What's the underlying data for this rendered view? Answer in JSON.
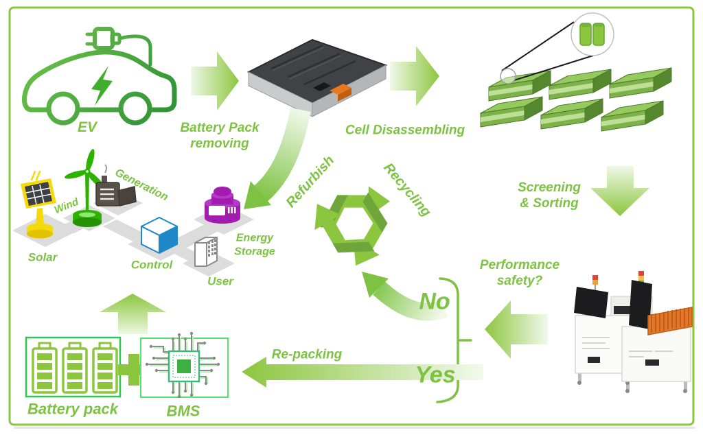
{
  "title": "EV battery second-life and recycling process diagram",
  "colors": {
    "green_text": "#7DC242",
    "frame_green": "#8CC63F",
    "arrow_green": "#8CC63F",
    "arrow_light": "#EFF8E7",
    "recycle_dark": "#6FA53A",
    "cell_green": "#8CC63F",
    "battery_box_green": "#2DC84D",
    "bms_box_green": "#57E06B",
    "storage_purple": "#A21CAF",
    "control_blue": "#1E88C7",
    "solar_yellow": "#F5D90A",
    "wind_green": "#2DB200",
    "connector_orange": "#E87722"
  },
  "labels": {
    "ev": "EV",
    "battery_pack_removing": "Battery Pack\nremoving",
    "cell_disassembling": "Cell Disassembling",
    "screening_sorting": "Screening\n& Sorting",
    "performance_safety": "Performance\nsafety?",
    "refurbish": "Refurbish",
    "recycling": "Recycling",
    "no": "No",
    "yes": "Yes",
    "repacking": "Re-packing",
    "battery_pack": "Battery pack",
    "bms": "BMS"
  },
  "energy_system": {
    "solar": "Solar",
    "wind": "Wind",
    "generation": "Generation",
    "control": "Control",
    "user": "User",
    "energy_storage": "Energy\nStorage"
  },
  "icons": {
    "ev-car-icon": "green outline electric car with charging plug and lightning bolt",
    "block-arrow-right": "green gradient block arrow pointing right",
    "battery-pack-photo": "gray EV battery pack with orange connector",
    "cell-modules": "six green battery modules in two rows",
    "magnifier-circle": "circle zoom showing two cylindrical cells",
    "block-arrow-down": "green gradient block arrow pointing down",
    "battery-tester-machine": "white battery testing machines with monitors, signal towers and orange cell tray",
    "block-arrow-left": "green gradient block arrow pointing left",
    "decision-brace": "curly brace splitting into No and Yes",
    "curved-arrow-no": "curved arrow from No to recycle symbol",
    "recycle-icon": "three chasing green arrows recycling symbol",
    "curved-arrow-refurbish": "curved arrow from battery pack to energy system",
    "solar-panel-icon": "yellow solar panel on stand",
    "wind-turbine-icon": "green wind turbine",
    "generator-icon": "dark generator with chimney",
    "control-cube-icon": "blue and white isometric cube",
    "user-building-icon": "white building with windows",
    "energy-storage-icon": "purple storage tank",
    "block-arrow-up": "green gradient block arrow pointing up",
    "battery-cells-icon": "three green batteries in a box",
    "plus-icon": "green plus sign",
    "bms-chip-icon": "microchip with circuit traces",
    "block-arrow-repacking": "long green gradient arrow pointing left"
  }
}
